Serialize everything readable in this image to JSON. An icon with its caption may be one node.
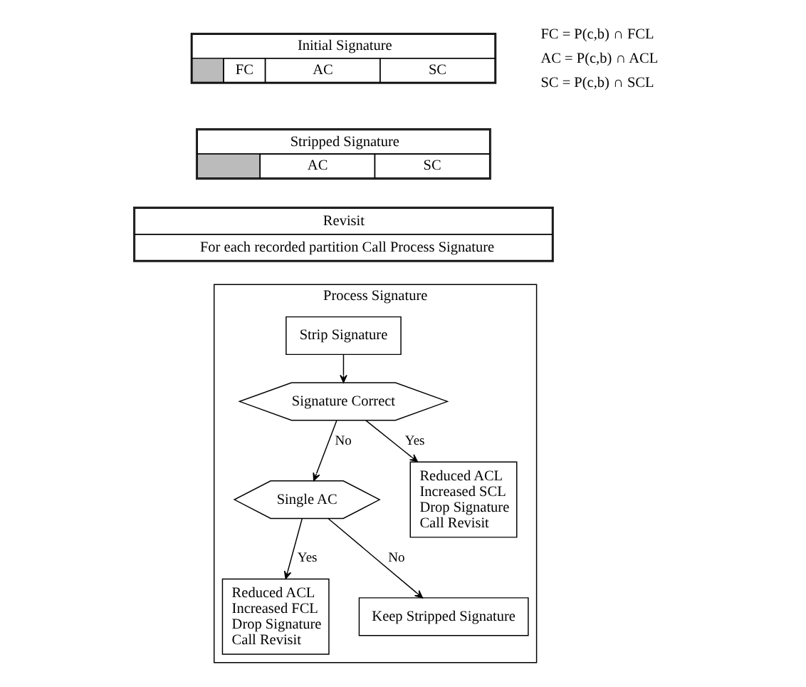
{
  "diagram": {
    "nodes": [
      {
        "text": [
          "Initial Signature",
          "FC",
          "AC",
          "SC"
        ]
      },
      {
        "text": [
          "Stripped Signature",
          "AC",
          "SC"
        ]
      },
      {
        "text": [
          "Revisit",
          "For each recorded partition Call Process Signature"
        ]
      },
      {
        "text": [
          "Process Signature"
        ]
      },
      {
        "text": [
          "Strip Signature"
        ],
        "in": 3
      },
      {
        "text": [
          "Signature Correct"
        ],
        "in": 3
      },
      {
        "text": [
          "Single AC"
        ],
        "in": 3
      },
      {
        "text": [
          "Reduced ACL",
          "Increased SCL",
          "Drop Signature",
          "Call Revisit"
        ],
        "in": 3
      },
      {
        "text": [
          "Reduced ACL",
          "Increased FCL",
          "Drop Signature",
          "Call Revisit"
        ],
        "in": 3
      },
      {
        "text": [
          "Keep Stripped Signature"
        ],
        "in": 3
      }
    ],
    "edges": [
      {
        "from": 4,
        "to": 5,
        "arrow": "to"
      },
      {
        "from": 5,
        "to": 6,
        "label": "No",
        "arrow": "to"
      },
      {
        "from": 5,
        "to": 7,
        "label": "Yes",
        "arrow": "to"
      },
      {
        "from": 6,
        "to": 8,
        "label": "Yes",
        "arrow": "to"
      },
      {
        "from": 6,
        "to": 9,
        "label": "No",
        "arrow": "to"
      }
    ],
    "labels": [
      "FC = P(c,b) ∩ FCL",
      "AC = P(c,b) ∩ ACL",
      "SC = P(c,b) ∩ SCL"
    ]
  }
}
